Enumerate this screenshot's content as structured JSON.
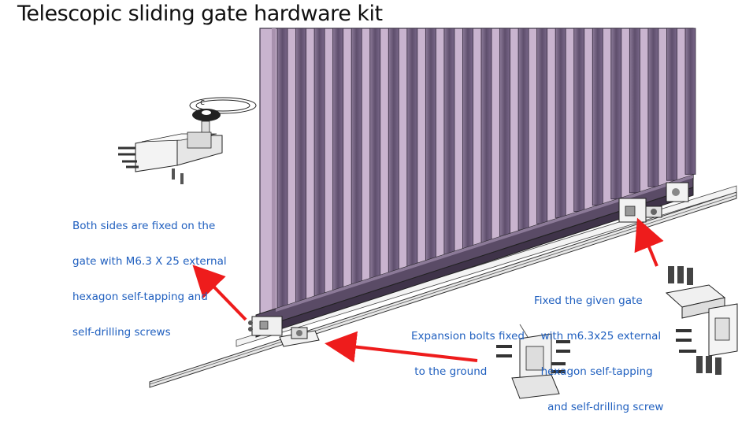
{
  "title": "Telescopic sliding gate hardware kit",
  "annotations": {
    "left_note": [
      "Both sides are fixed on the",
      "gate with M6.3 X 25 external",
      "hexagon self-tapping and",
      "self-drilling screws"
    ],
    "middle_note": [
      "Expansion bolts fixed",
      " to the ground"
    ],
    "right_note": [
      "Fixed the given gate",
      "  with m6.3x25 external",
      "  hexagon self-tapping",
      "    and self-drilling screw"
    ]
  },
  "colors": {
    "gate_panel": "#c9b4cf",
    "gate_slat": "#6e5f7a",
    "frame": "#5a4b66",
    "arrow": "#ee1c1c",
    "note_text": "#1f5fbf"
  }
}
